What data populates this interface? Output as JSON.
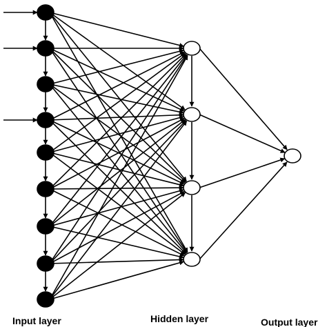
{
  "diagram": {
    "labels": {
      "input": "Input layer",
      "hidden": "Hidden layer",
      "output": "Output layer"
    },
    "layers": [
      {
        "name": "input",
        "node_count": 9,
        "filled": true
      },
      {
        "name": "hidden",
        "node_count": 4,
        "filled": false
      },
      {
        "name": "output",
        "node_count": 1,
        "filled": false
      }
    ],
    "external_inputs_at_input_nodes": [
      0,
      1,
      3
    ],
    "connections": [
      "input-to-input-sequential",
      "input-to-hidden-full",
      "hidden-to-hidden-sequential",
      "hidden-to-output-full"
    ],
    "colors": {
      "line": "#000000",
      "input_node_fill": "#000000",
      "hidden_node_fill": "#ffffff",
      "output_node_fill": "#ffffff"
    }
  }
}
